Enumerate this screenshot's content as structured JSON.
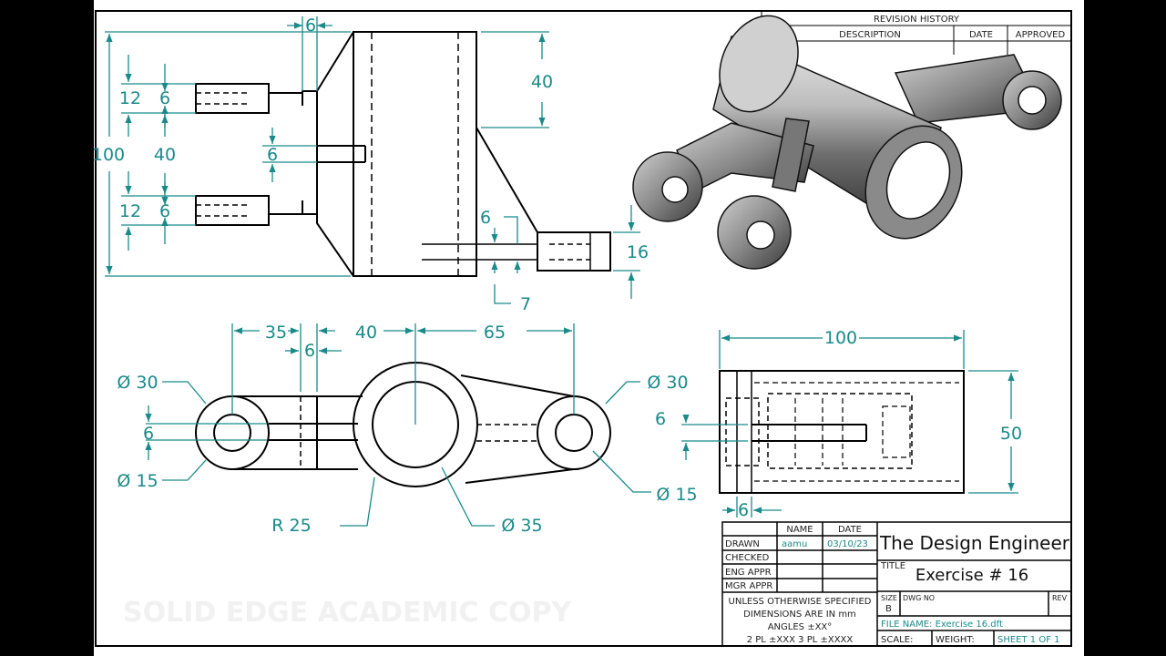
{
  "revision": {
    "title": "REVISION HISTORY",
    "columns": [
      "DESCRIPTION",
      "DATE",
      "APPROVED"
    ]
  },
  "dims": {
    "top_6": "6",
    "height_40": "40",
    "left_12a": "12",
    "left_6a": "6",
    "left_100": "100",
    "left_40": "40",
    "inner_6": "6",
    "left_12b": "12",
    "left_6b": "6",
    "rib_6": "6",
    "boss_16": "16",
    "bottom_7": "7",
    "plan_35": "35",
    "plan_40": "40",
    "plan_65": "65",
    "plan_6": "6",
    "dia30_left": "Ø 30",
    "dia30_right": "Ø 30",
    "plan_6_left": "6",
    "dia15_left": "Ø 15",
    "dia15_right": "Ø 15",
    "r25": "R 25",
    "dia35": "Ø 35",
    "side_100": "100",
    "side_6": "6",
    "side_50": "50",
    "side_6_bottom": "6"
  },
  "titleblock": {
    "name_header": "NAME",
    "date_header": "DATE",
    "rows": [
      {
        "label": "DRAWN",
        "name": "aamu",
        "date": "03/10/23"
      },
      {
        "label": "CHECKED",
        "name": "",
        "date": ""
      },
      {
        "label": "ENG APPR",
        "name": "",
        "date": ""
      },
      {
        "label": "MGR APPR",
        "name": "",
        "date": ""
      }
    ],
    "notes": [
      "UNLESS OTHERWISE SPECIFIED",
      "DIMENSIONS ARE IN mm",
      "ANGLES ±XX°",
      "2 PL ±XXX 3 PL ±XXXX"
    ],
    "company": "The Design Engineer",
    "title_label": "TITLE",
    "title": "Exercise # 16",
    "size_label": "SIZE",
    "size": "B",
    "dwg_label": "DWG NO",
    "rev_label": "REV",
    "file_name": "FILE NAME: Exercise 16.dft",
    "scale_label": "SCALE:",
    "weight_label": "WEIGHT:",
    "sheet": "SHEET 1 OF 1"
  },
  "watermark": "SOLID EDGE ACADEMIC COPY",
  "colors": {
    "dimension": "#1a8a8a",
    "line": "#000000"
  }
}
